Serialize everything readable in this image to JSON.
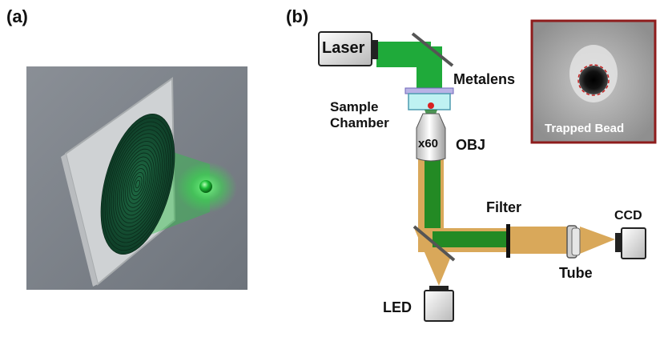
{
  "panels": {
    "a": {
      "label": "(a)"
    },
    "b": {
      "label": "(b)",
      "components": {
        "laser": "Laser",
        "metalens": "Metalens",
        "sample_chamber_line1": "Sample",
        "sample_chamber_line2": "Chamber",
        "objective_mag": "x60",
        "objective": "OBJ",
        "filter": "Filter",
        "ccd": "CCD",
        "tube": "Tube",
        "led": "LED"
      },
      "inset": {
        "caption": "Trapped Bead",
        "border_color": "#8e1c1c"
      }
    }
  },
  "colors": {
    "laser_beam": "#1faa3a",
    "led_light": "#d9a85a",
    "combined_beam": "#238a24"
  }
}
